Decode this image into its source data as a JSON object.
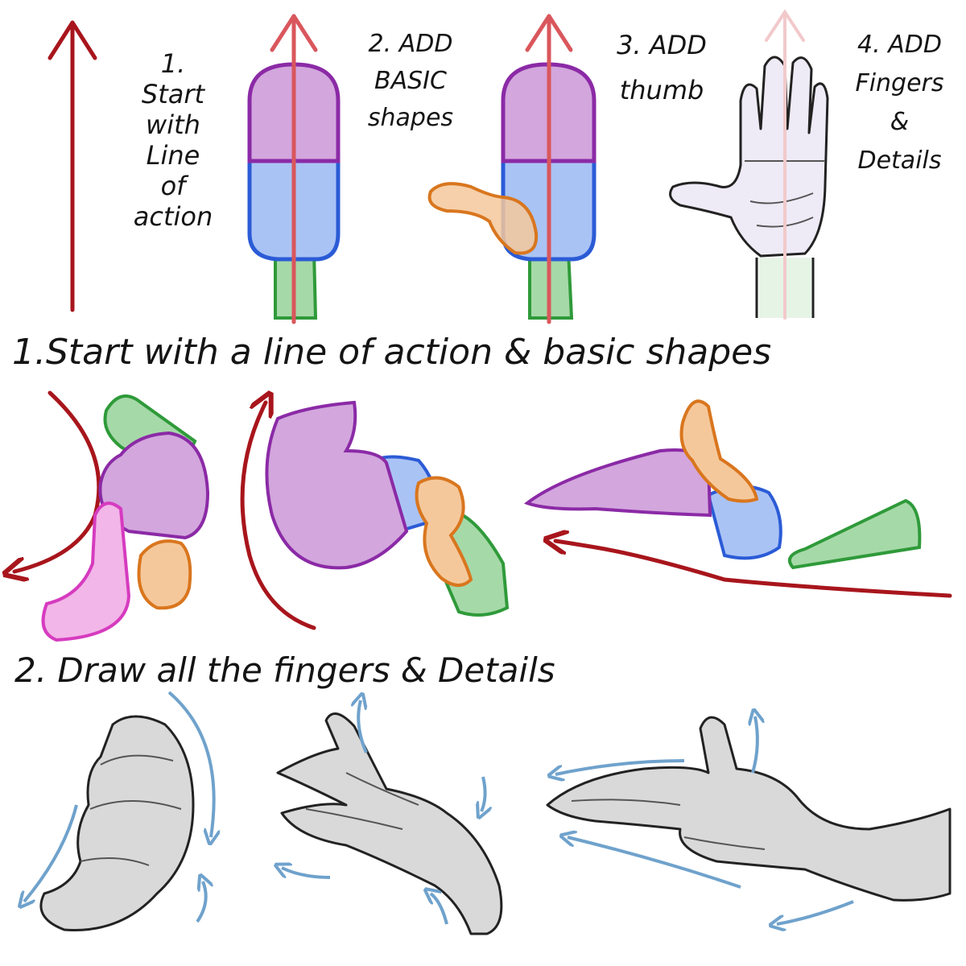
{
  "steps": [
    {
      "number": "1.",
      "lines": [
        "Start",
        "with",
        "Line",
        "of",
        "action"
      ]
    },
    {
      "number": "2. ADD",
      "lines": [
        "BASIC",
        "shapes"
      ]
    },
    {
      "number": "3. ADD",
      "lines": [
        "thumb"
      ]
    },
    {
      "number": "4. ADD",
      "lines": [
        "Fingers",
        "&",
        "Details"
      ]
    }
  ],
  "section1": {
    "title": "1.Start with a line of action & basic shapes"
  },
  "section2": {
    "title": "2. Draw all the fingers & Details"
  },
  "colors": {
    "action_line": "#a8151c",
    "purple_shape": "#d3a6dd",
    "purple_outline": "#8b2aa6",
    "blue_shape": "#aac3f5",
    "blue_outline": "#2b5bd6",
    "green_shape": "#a6d9a8",
    "green_outline": "#2f9a3a",
    "orange_shape": "#f5c89b",
    "orange_outline": "#d9761e",
    "pink_shape": "#f2b6e8",
    "pink_outline": "#d63bbf",
    "hand_fill": "#d9d9d9",
    "hand_line": "#222222",
    "blue_arrow": "#6fa2cc"
  }
}
